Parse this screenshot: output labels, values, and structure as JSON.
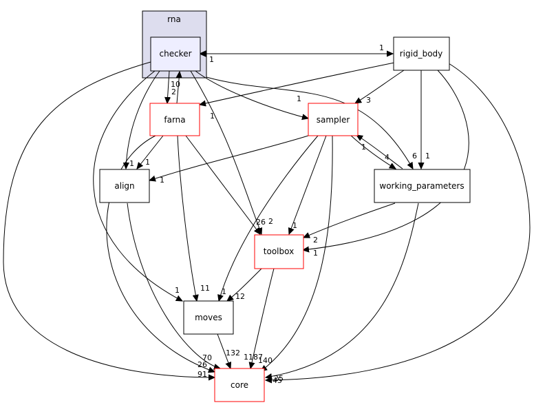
{
  "cluster": {
    "label": "rna",
    "fill": "#DDDDEE",
    "stroke": "#000000"
  },
  "colors": {
    "current_fill": "#EEEEFF",
    "link_stroke_red": "#FF0000",
    "plain_stroke": "#000000",
    "edge": "#000000"
  },
  "nodes": {
    "checker": "checker",
    "rigid_body": "rigid_body",
    "farna": "farna",
    "sampler": "sampler",
    "align": "align",
    "working_parameters": "working_parameters",
    "toolbox": "toolbox",
    "moves": "moves",
    "core": "core"
  },
  "edge_labels": {
    "checker_to_rigid_body": "1",
    "rigid_body_to_checker": "1",
    "checker_to_farna": "2",
    "farna_to_checker": "10",
    "checker_to_sampler": "1",
    "farna_to_align_a": "1",
    "farna_to_align_b": "1",
    "sampler_to_align": "1",
    "rigid_body_to_sampler": "3",
    "sampler_to_working_parameters": "1",
    "working_parameters_to_sampler": "4",
    "checker_to_working_parameters": "6",
    "rigid_body_to_working_parameters": "1",
    "checker_to_toolbox_near": "1",
    "toolbox_label_26": "26",
    "toolbox_label_2": "2",
    "sampler_to_toolbox": "1",
    "working_parameters_to_toolbox": "2",
    "rigid_body_to_toolbox": "1",
    "checker_to_moves": "1",
    "farna_to_moves": "11",
    "sampler_to_moves": "1",
    "toolbox_to_moves": "12",
    "align_to_core": "70",
    "farna_to_core": "26",
    "checker_to_core": "91",
    "moves_to_core": "132",
    "toolbox_to_core": "1187",
    "sampler_to_core": "140",
    "working_parameters_to_core": "45",
    "rigid_body_to_core": "25"
  }
}
